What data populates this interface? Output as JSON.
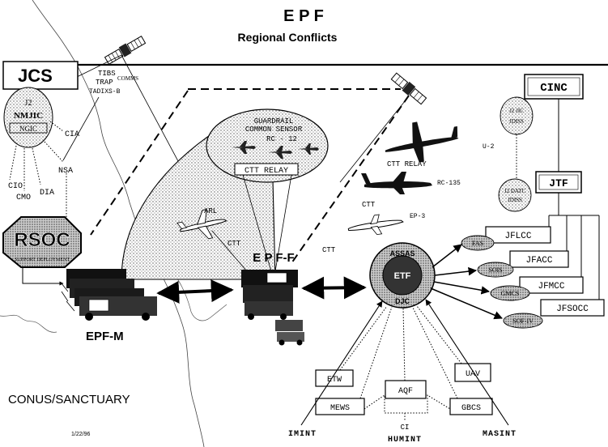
{
  "header": {
    "title": "E P F",
    "subtitle": "Regional Conflicts"
  },
  "left": {
    "jcs": "JCS",
    "j2": "J2",
    "nmjic": "NMJIC",
    "ngic": "NGIC",
    "cia": "CIA",
    "nsa": "NSA",
    "cio": "CIO",
    "cmo": "CMO",
    "dia": "DIA",
    "rsoc": "RSOC",
    "rsoc_sub": "SUPPORT DEPLOYMENT",
    "epfm": "EPF-M",
    "conus": "CONUS/SANCTUARY",
    "date": "1/22/96"
  },
  "comms": {
    "label": "COMMS",
    "tibs": "TIBS",
    "trap": "TRAP",
    "tadixs": "TADIXS-B"
  },
  "center": {
    "guardrail1": "GUARDRAIL",
    "guardrail2": "COMMON SENSOR",
    "rc12": "RC - 12",
    "ctt_relay_box": "CTT RELAY",
    "arl": "ARL",
    "ctt_left": "CTT",
    "ctt_right": "CTT",
    "epff": "E P F-F"
  },
  "aircraft": {
    "u2": "U-2",
    "ctt_relay": "CTT RELAY",
    "rc135": "RC-135",
    "ctt": "CTT",
    "ep3": "EP-3"
  },
  "assas": {
    "ring_top": "ASSAS",
    "core": "ETF",
    "ring_bottom": "DJC"
  },
  "right": {
    "cinc": "CINC",
    "j2_jic": "J2 JIC",
    "jdiss1": "JDISS",
    "jtf": "JTF",
    "j2_datc": "J2 DATC",
    "jdiss2": "JDISS",
    "jflcc": "JFLCC",
    "jfacc": "JFACC",
    "jfmcc": "JFMCC",
    "jfsocc": "JFSOCC",
    "fas": "FAS",
    "sois": "SOIS",
    "gmcs": "GMCS",
    "sof_iv": "SOF-IV"
  },
  "bottom": {
    "etw": "ETW",
    "aqf": "AQF",
    "uav": "UAV",
    "mews": "MEWS",
    "gbcs": "GBCS",
    "imint": "IMINT",
    "ci": "CI",
    "humint": "HUMINT",
    "masint": "MASINT"
  }
}
